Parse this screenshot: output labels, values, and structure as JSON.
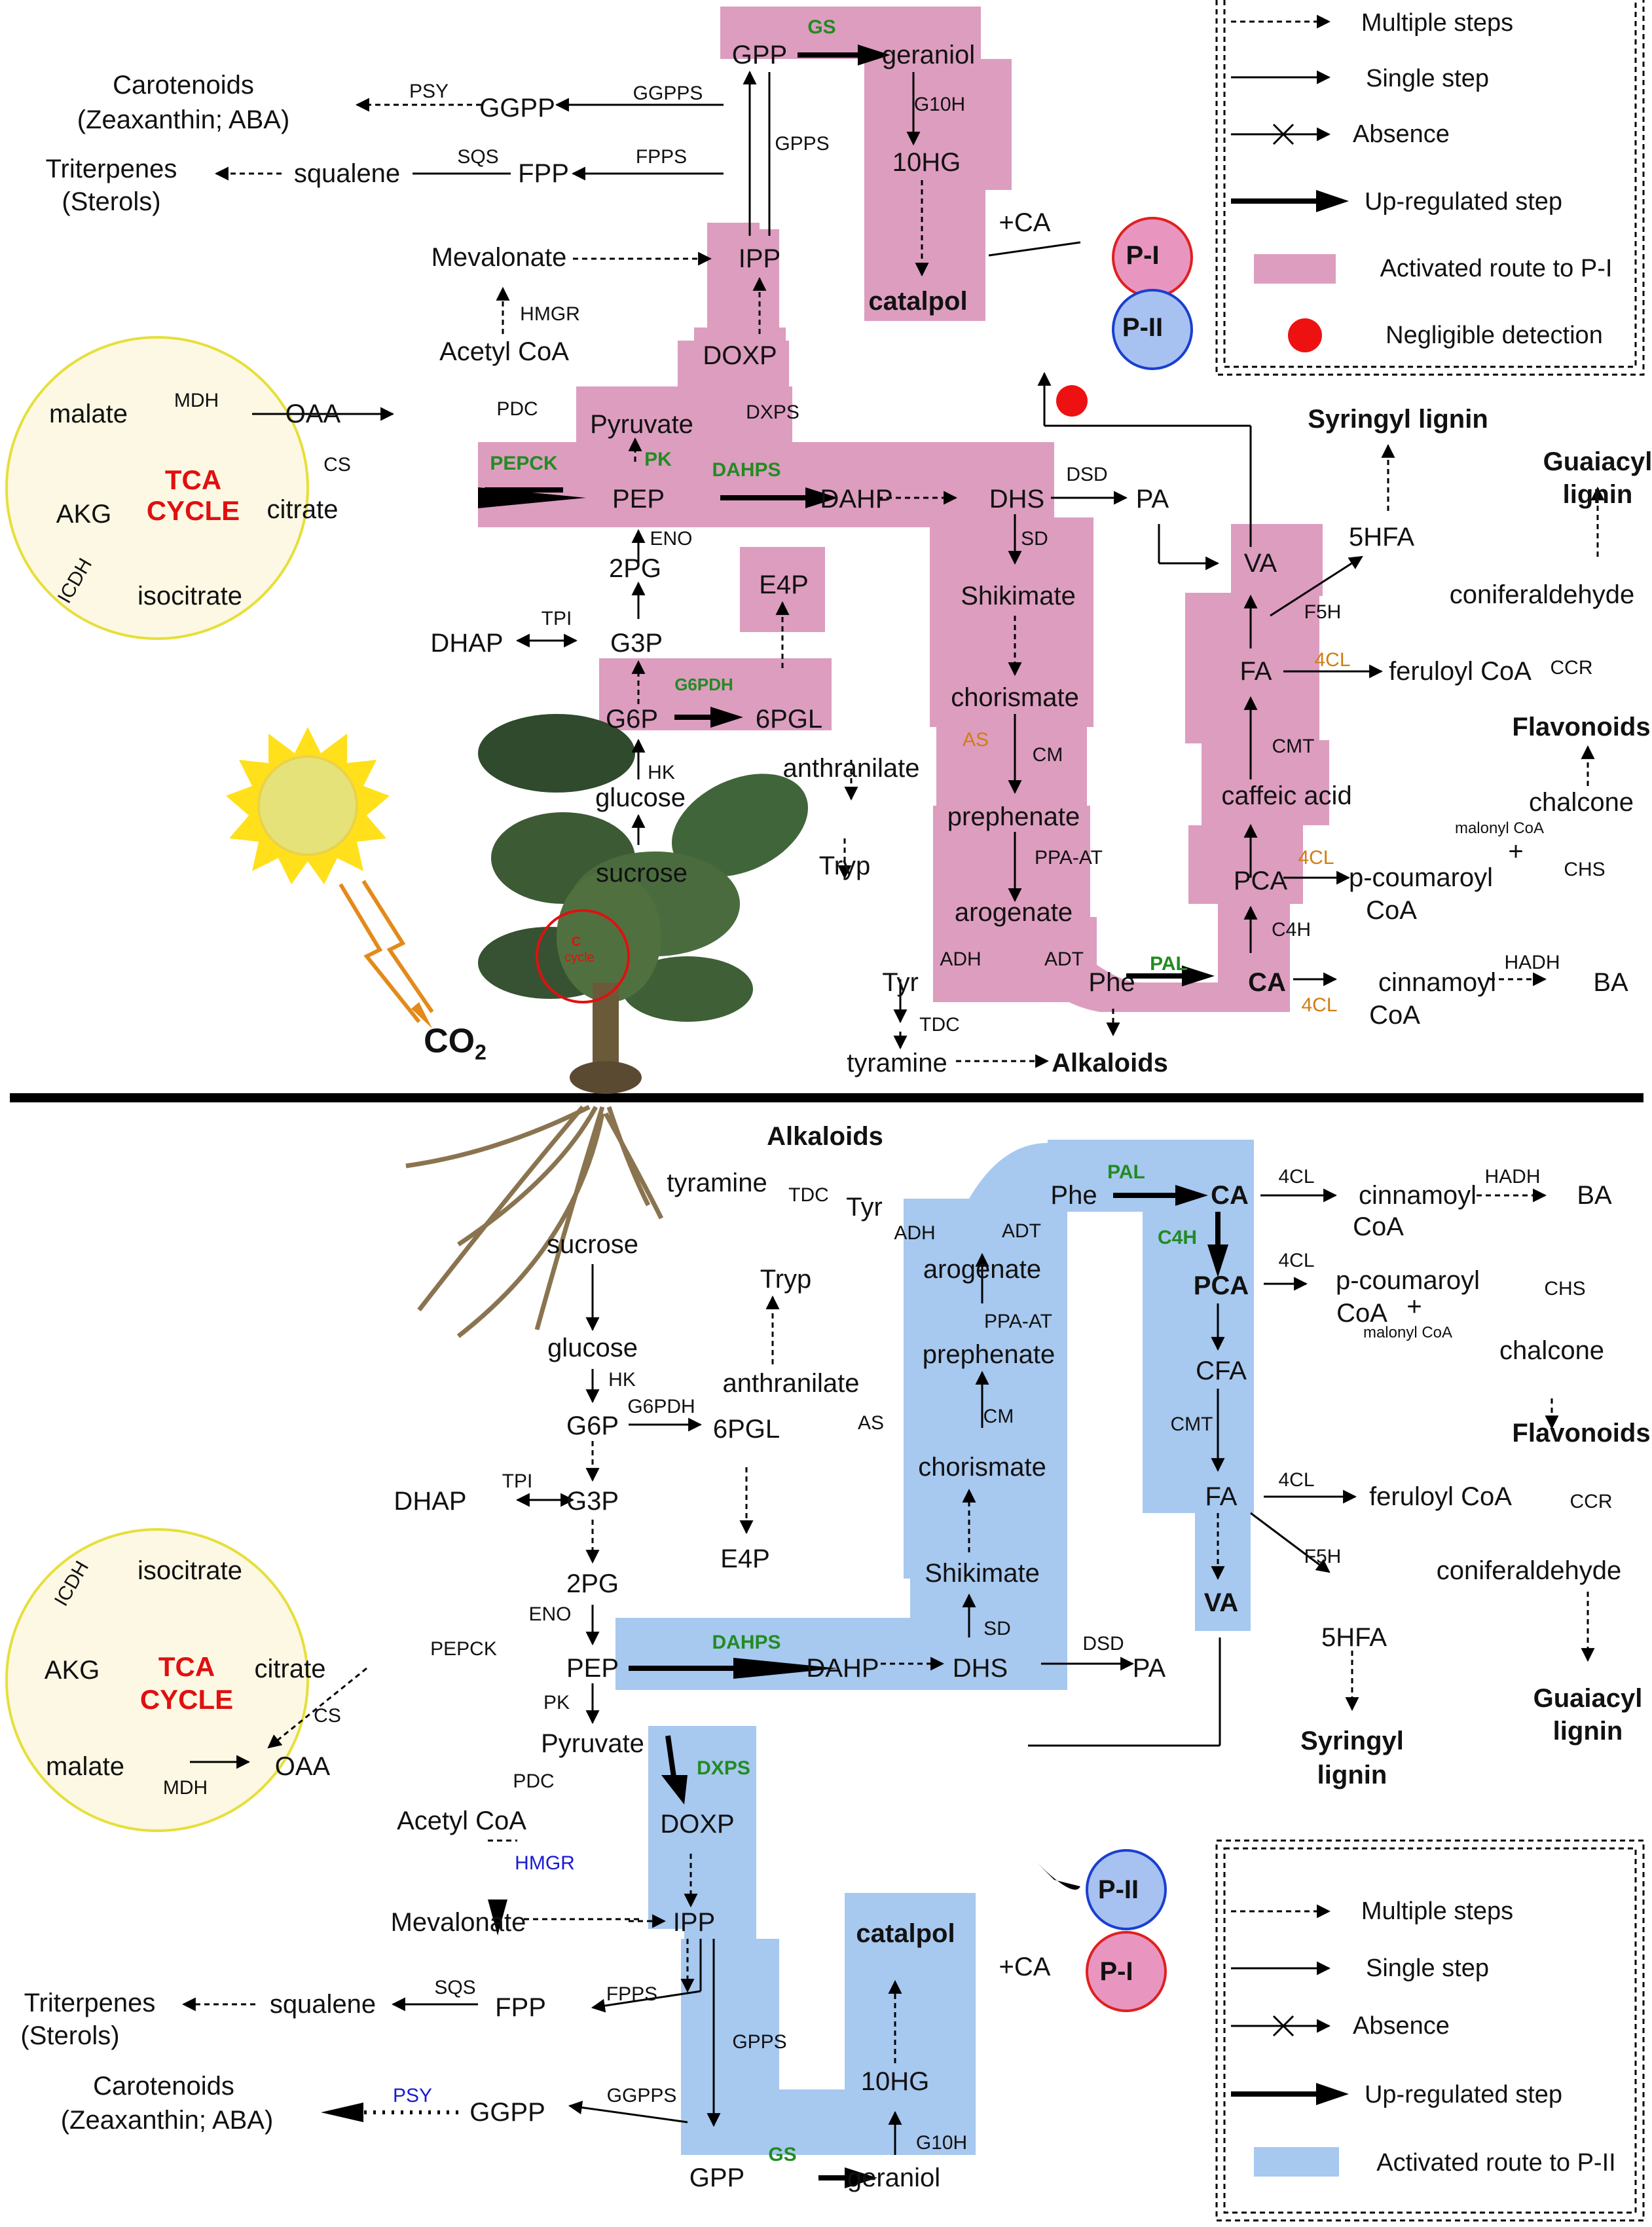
{
  "legend": {
    "multiple_steps": "Multiple steps",
    "single_step": "Single step",
    "absence": "Absence",
    "up_regulated": "Up-regulated step",
    "activated_p1": "Activated route to P-I",
    "negligible": "Negligible detection",
    "activated_p2": "Activated route to P-II"
  },
  "colors": {
    "pink_route": "#dd9dbf",
    "blue_route": "#a7c8ef",
    "tca_fill": "#fdf8e4",
    "tca_border": "#e6df3a",
    "p1_fill": "#e896c0",
    "p1_ring": "#e02020",
    "p2_fill": "#a7c2f0",
    "p2_ring": "#1a3fd0",
    "red_dot": "#ee1111",
    "green_enzyme": "#228b22",
    "orange_enzyme": "#d07d10",
    "blue_enzyme": "#1a1ad0",
    "tca_text": "#e01010"
  },
  "top": {
    "nodes": {
      "gpp": "GPP",
      "geraniol": "geraniol",
      "hg": "10HG",
      "catalpol": "catalpol",
      "carotenoids1": "Carotenoids",
      "carotenoids2": "(Zeaxanthin; ABA)",
      "ggpp": "GGPP",
      "triterpenes1": "Triterpenes",
      "triterpenes2": "(Sterols)",
      "squalene": "squalene",
      "fpp": "FPP",
      "mevalonate": "Mevalonate",
      "ipp": "IPP",
      "doxp": "DOXP",
      "acetylcoa": "Acetyl CoA",
      "pyruvate": "Pyruvate",
      "malate": "malate",
      "oaa": "OAA",
      "akg": "AKG",
      "citrate": "citrate",
      "isocitrate": "isocitrate",
      "tca1": "TCA",
      "tca2": "CYCLE",
      "pep": "PEP",
      "dahp": "DAHP",
      "dhs": "DHS",
      "pa": "PA",
      "va": "VA",
      "pg2": "2PG",
      "e4p": "E4P",
      "dhap": "DHAP",
      "g3p": "G3P",
      "g6p": "G6P",
      "pgl6": "6PGL",
      "glucose": "glucose",
      "sucrose": "sucrose",
      "shikimate": "Shikimate",
      "chorismate": "chorismate",
      "anthranilate": "anthranilate",
      "tryp": "Tryp",
      "prephenate": "prephenate",
      "arogenate": "arogenate",
      "tyr": "Tyr",
      "phe": "Phe",
      "ca": "CA",
      "tyramine": "tyramine",
      "alkaloids": "Alkaloids",
      "syringyl": "Syringyl lignin",
      "hfa5": "5HFA",
      "guaiacyl1": "Guaiacyl",
      "guaiacyl2": "lignin",
      "coniferaldehyde": "coniferaldehyde",
      "fa": "FA",
      "feruloyl": "feruloyl CoA",
      "flavonoids": "Flavonoids",
      "caffeic": "caffeic acid",
      "chalcone": "chalcone",
      "malonyl": "malonyl CoA",
      "plus": "+",
      "pca": "PCA",
      "pcoumaroyl1": "p-coumaroyl",
      "pcoumaroyl2": "CoA",
      "cinnamoyl1": "cinnamoyl",
      "cinnamoyl2": "CoA",
      "ba": "BA",
      "co2": "CO",
      "co2_sub": "2",
      "plus_ca": "+CA",
      "p1": "P-I",
      "p2": "P-II",
      "calvin1": "C",
      "calvin2": "cycle"
    },
    "enzymes": {
      "gs": "GS",
      "g10h": "G10H",
      "gpps": "GPPS",
      "psy": "PSY",
      "ggpps": "GGPPS",
      "sqs": "SQS",
      "fpps": "FPPS",
      "hmgr": "HMGR",
      "pdc": "PDC",
      "dxps": "DXPS",
      "mdh": "MDH",
      "cs": "CS",
      "icdh": "ICDH",
      "pepck": "PEPCK",
      "pk": "PK",
      "dahps": "DAHPS",
      "dsd": "DSD",
      "sd": "SD",
      "eno": "ENO",
      "tpi": "TPI",
      "g6pdh": "G6PDH",
      "hk": "HK",
      "as": "AS",
      "cm": "CM",
      "ppaat": "PPA-AT",
      "adh": "ADH",
      "adt": "ADT",
      "pal": "PAL",
      "tdc": "TDC",
      "f5h": "F5H",
      "cl4a": "4CL",
      "ccr": "CCR",
      "cmt": "CMT",
      "cl4b": "4CL",
      "chs": "CHS",
      "c4h": "C4H",
      "hadh": "HADH",
      "cl4c": "4CL"
    }
  },
  "bottom": {
    "nodes": {
      "alkaloids": "Alkaloids",
      "tyramine": "tyramine",
      "tyr": "Tyr",
      "phe": "Phe",
      "ca": "CA",
      "cinnamoyl1": "cinnamoyl",
      "cinnamoyl2": "CoA",
      "ba": "BA",
      "sucrose": "sucrose",
      "tryp": "Tryp",
      "arogenate": "arogenate",
      "prephenate": "prephenate",
      "pca": "PCA",
      "pcoumaroyl1": "p-coumaroyl",
      "pcoumaroyl2": "CoA",
      "plus": "+",
      "malonyl": "malonyl CoA",
      "chalcone": "chalcone",
      "glucose": "glucose",
      "anthranilate": "anthranilate",
      "cfa": "CFA",
      "flavonoids": "Flavonoids",
      "g6p": "G6P",
      "pgl6": "6PGL",
      "chorismate": "chorismate",
      "dhap": "DHAP",
      "g3p": "G3P",
      "fa": "FA",
      "feruloyl": "feruloyl CoA",
      "isocitrate": "isocitrate",
      "coniferaldehyde": "coniferaldehyde",
      "pg2": "2PG",
      "e4p": "E4P",
      "shikimate": "Shikimate",
      "va": "VA",
      "akg": "AKG",
      "tca1": "TCA",
      "tca2": "CYCLE",
      "citrate": "citrate",
      "hfa5": "5HFA",
      "pep": "PEP",
      "dahp": "DAHP",
      "dhs": "DHS",
      "pa": "PA",
      "guaiacyl1": "Guaiacyl",
      "guaiacyl2": "lignin",
      "pyruvate": "Pyruvate",
      "syringyl1": "Syringyl",
      "syringyl2": "lignin",
      "malate": "malate",
      "oaa": "OAA",
      "acetylcoa": "Acetyl CoA",
      "doxp": "DOXP",
      "mevalonate": "Mevalonate",
      "ipp": "IPP",
      "catalpol": "catalpol",
      "plus_ca": "+CA",
      "p1": "P-I",
      "p2": "P-II",
      "triterpenes1": "Triterpenes",
      "triterpenes2": "(Sterols)",
      "squalene": "squalene",
      "fpp": "FPP",
      "hg": "10HG",
      "carotenoids1": "Carotenoids",
      "carotenoids2": "(Zeaxanthin; ABA)",
      "ggpp": "GGPP",
      "gpp": "GPP",
      "geraniol": "geraniol"
    },
    "enzymes": {
      "tdc": "TDC",
      "adh": "ADH",
      "adt": "ADT",
      "pal": "PAL",
      "cl4a": "4CL",
      "hadh": "HADH",
      "c4h": "C4H",
      "ppaat": "PPA-AT",
      "cl4b": "4CL",
      "chs": "CHS",
      "hk": "HK",
      "g6pdh": "G6PDH",
      "cm": "CM",
      "as": "AS",
      "cmt": "CMT",
      "tpi": "TPI",
      "cl4c": "4CL",
      "ccr": "CCR",
      "icdh": "ICDH",
      "f5h": "F5H",
      "eno": "ENO",
      "sd": "SD",
      "pepck": "PEPCK",
      "dahps": "DAHPS",
      "dsd": "DSD",
      "cs": "CS",
      "pk": "PK",
      "mdh": "MDH",
      "pdc": "PDC",
      "dxps": "DXPS",
      "hmgr": "HMGR",
      "sqs": "SQS",
      "fpps": "FPPS",
      "gpps": "GPPS",
      "psy": "PSY",
      "ggpps": "GGPPS",
      "g10h": "G10H",
      "gs": "GS"
    }
  }
}
